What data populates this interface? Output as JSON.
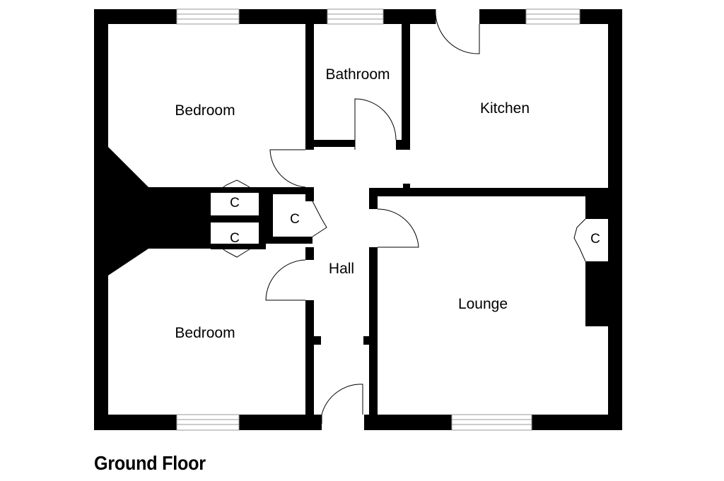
{
  "plan": {
    "title": "Ground Floor",
    "rooms": {
      "bedroom_top": "Bedroom",
      "bathroom": "Bathroom",
      "kitchen": "Kitchen",
      "hall": "Hall",
      "lounge": "Lounge",
      "bedroom_bottom": "Bedroom"
    },
    "cupboards": {
      "c1": "C",
      "c2": "C",
      "c3": "C",
      "c4": "C"
    }
  }
}
